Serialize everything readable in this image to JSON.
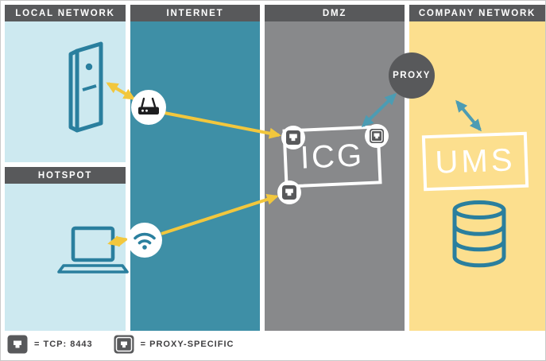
{
  "zones": {
    "local_network": {
      "label": "LOCAL NETWORK"
    },
    "hotspot": {
      "label": "HOTSPOT"
    },
    "internet": {
      "label": "INTERNET"
    },
    "dmz": {
      "label": "DMZ"
    },
    "company_network": {
      "label": "COMPANY NETWORK"
    }
  },
  "nodes": {
    "icg": {
      "label": "ICG"
    },
    "ums": {
      "label": "UMS"
    },
    "proxy": {
      "label": "PROXY"
    },
    "desktop_computer": {
      "icon": "desktop-computer-icon"
    },
    "router": {
      "icon": "router-icon"
    },
    "wifi_hotspot": {
      "icon": "wifi-icon"
    },
    "laptop": {
      "icon": "laptop-icon"
    },
    "database": {
      "icon": "database-icon"
    }
  },
  "connections": [
    {
      "from": "router",
      "to": "desktop_computer",
      "color": "yellow",
      "bidirectional": true
    },
    {
      "from": "router",
      "to": "icg_port_top_left",
      "color": "yellow",
      "bidirectional": false
    },
    {
      "from": "wifi_hotspot",
      "to": "laptop",
      "color": "yellow",
      "bidirectional": true
    },
    {
      "from": "wifi_hotspot",
      "to": "icg_port_bottom",
      "color": "yellow",
      "bidirectional": false
    },
    {
      "from": "icg_port_top_right",
      "to": "proxy",
      "color": "teal",
      "bidirectional": true
    },
    {
      "from": "proxy",
      "to": "ums",
      "color": "teal",
      "bidirectional": true
    }
  ],
  "legend": [
    {
      "icon": "ethernet-port-icon",
      "label": "= TCP: 8443"
    },
    {
      "icon": "ethernet-port-proxy-icon",
      "label": "= PROXY-SPECIFIC"
    }
  ],
  "colors": {
    "zone_header": "#58595b",
    "local_network_bg": "#cde9f0",
    "internet_bg": "#3e8fa6",
    "dmz_bg": "#88898b",
    "company_network_bg": "#fcdf8e",
    "arrow_yellow": "#f2c73d",
    "arrow_teal": "#4c9cb3",
    "device_outline": "#2a7f9e",
    "node_border": "#ffffff"
  }
}
